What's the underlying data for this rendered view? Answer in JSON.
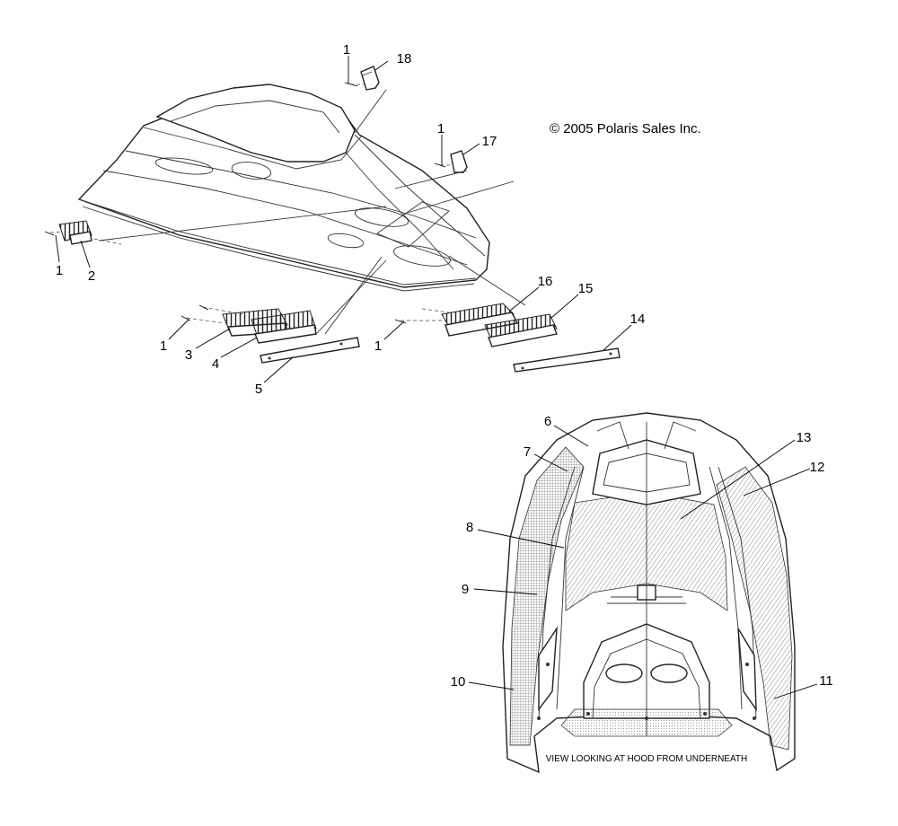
{
  "copyright": "© 2005 Polaris Sales Inc.",
  "caption": "VIEW LOOKING AT HOOD FROM UNDERNEATH",
  "callouts": {
    "c1a": "1",
    "c1b": "1",
    "c1c": "1",
    "c1d": "1",
    "c1e": "1",
    "c2": "2",
    "c3": "3",
    "c4": "4",
    "c5": "5",
    "c6": "6",
    "c7": "7",
    "c8": "8",
    "c9": "9",
    "c10": "10",
    "c11": "11",
    "c12": "12",
    "c13": "13",
    "c14": "14",
    "c15": "15",
    "c16": "16",
    "c17": "17",
    "c18": "18"
  }
}
